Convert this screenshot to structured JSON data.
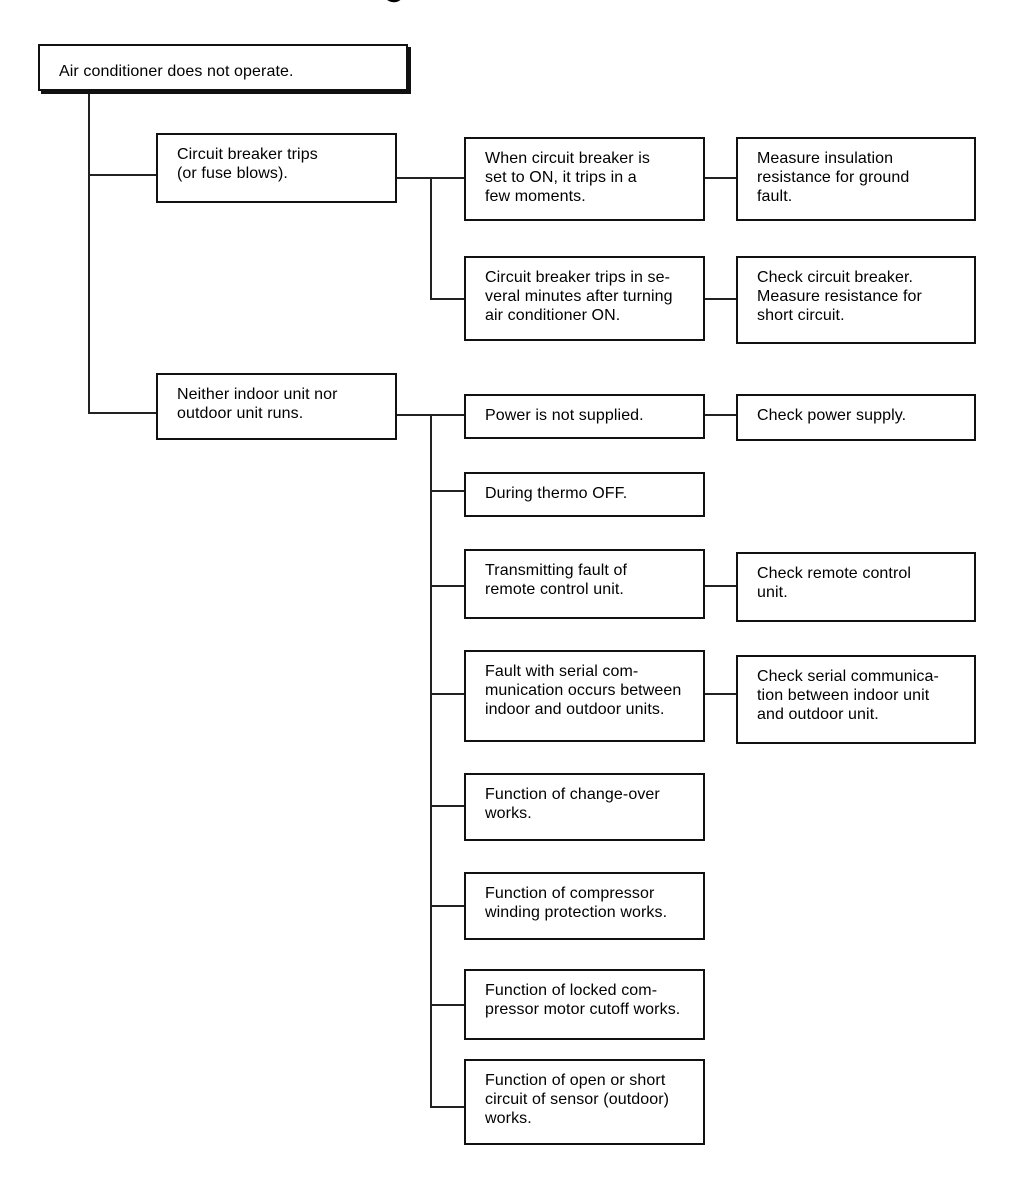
{
  "nodes": {
    "root": "Air conditioner does not operate.",
    "breaker": "Circuit breaker trips\n(or fuse blows).",
    "breaker_immediate": "When circuit breaker is\nset to ON, it trips in a\nfew moments.",
    "check_insulation": "Measure insulation\nresistance for ground\nfault.",
    "breaker_minutes": "Circuit breaker trips in se-\nveral minutes after turning\nair conditioner ON.",
    "check_breaker": "Check circuit breaker.\nMeasure resistance for\nshort circuit.",
    "neither_runs": "Neither indoor unit nor\noutdoor unit runs.",
    "no_power": "Power is not supplied.",
    "check_power": "Check power supply.",
    "thermo_off": "During thermo OFF.",
    "remote_fault": "Transmitting fault of\nremote control unit.",
    "check_remote": "Check remote control\nunit.",
    "serial_fault": "Fault with serial com-\nmunication occurs between\nindoor and outdoor units.",
    "check_serial": "Check serial communica-\ntion between indoor unit\nand outdoor unit.",
    "changeover": "Function of change-over\nworks.",
    "winding_protection": "Function of compressor\nwinding protection works.",
    "locked_motor": "Function of locked com-\npressor motor cutoff works.",
    "sensor_circuit": "Function of open or short\ncircuit of sensor (outdoor)\nworks."
  }
}
